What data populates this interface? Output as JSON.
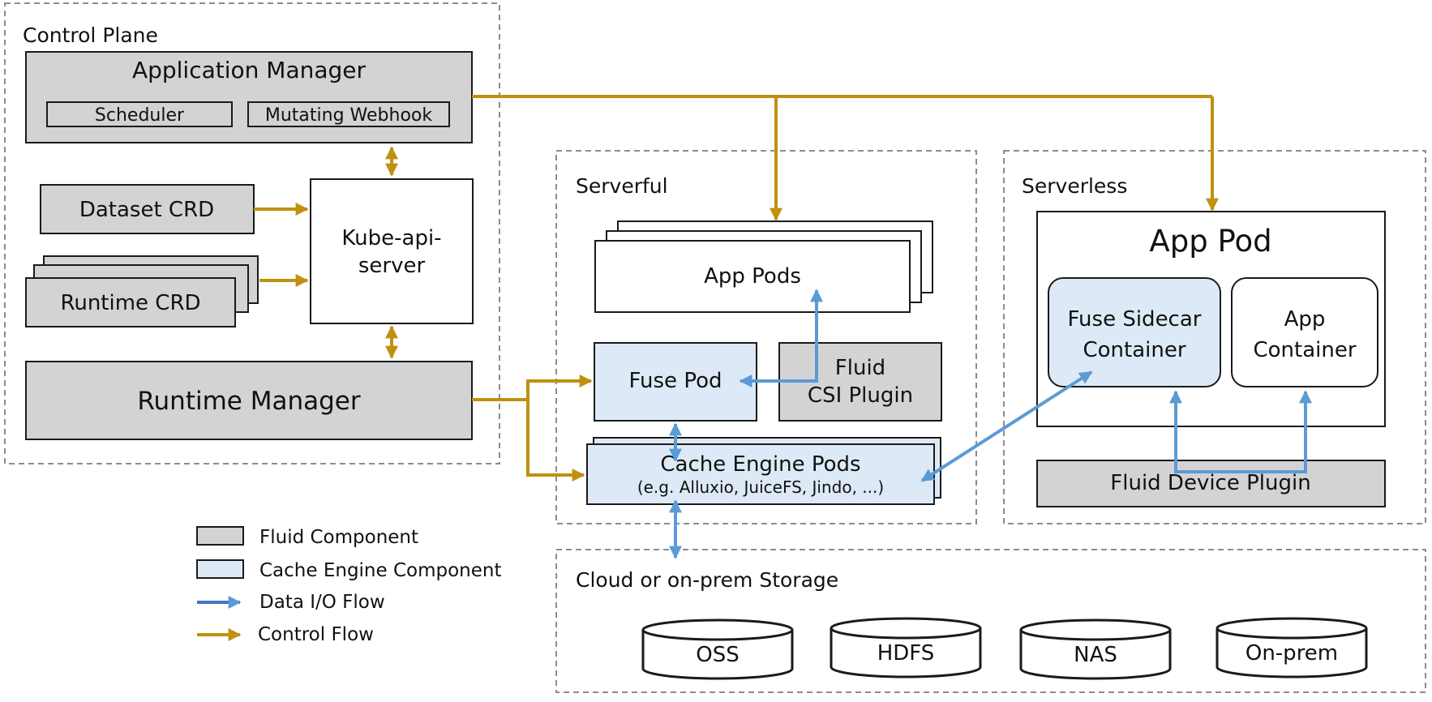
{
  "colors": {
    "fluid_component": "#d4d3d4",
    "cache_engine_component": "#dde9f6",
    "data_flow": "#5b9bd5",
    "control_flow": "#c09010",
    "border": "#1a1a1a",
    "group_border": "#8c8c8c"
  },
  "control_plane": {
    "title": "Control Plane",
    "application_manager": {
      "label": "Application Manager",
      "scheduler": "Scheduler",
      "mutating_webhook": "Mutating Webhook"
    },
    "dataset_crd": "Dataset CRD",
    "runtime_crd": "Runtime CRD",
    "kube_api_server": {
      "line1": "Kube-api-",
      "line2": "server"
    },
    "runtime_manager": "Runtime Manager"
  },
  "serverful": {
    "title": "Serverful",
    "app_pods": "App Pods",
    "fuse_pod": "Fuse Pod",
    "csi_plugin": {
      "line1": "Fluid",
      "line2": "CSI Plugin"
    },
    "cache_engine_pods": {
      "label": "Cache Engine Pods",
      "examples": "(e.g. Alluxio, JuiceFS, Jindo, ...)"
    }
  },
  "serverless": {
    "title": "Serverless",
    "app_pod": "App Pod",
    "fuse_sidecar": {
      "line1": "Fuse Sidecar",
      "line2": "Container"
    },
    "app_container": {
      "line1": "App",
      "line2": "Container"
    },
    "device_plugin": "Fluid Device Plugin"
  },
  "storage": {
    "title": "Cloud or on-prem Storage",
    "items": [
      "OSS",
      "HDFS",
      "NAS",
      "On-prem"
    ]
  },
  "legend": {
    "fluid_component": "Fluid Component",
    "cache_engine_component": "Cache Engine Component",
    "data_flow": "Data I/O Flow",
    "control_flow": "Control Flow"
  }
}
